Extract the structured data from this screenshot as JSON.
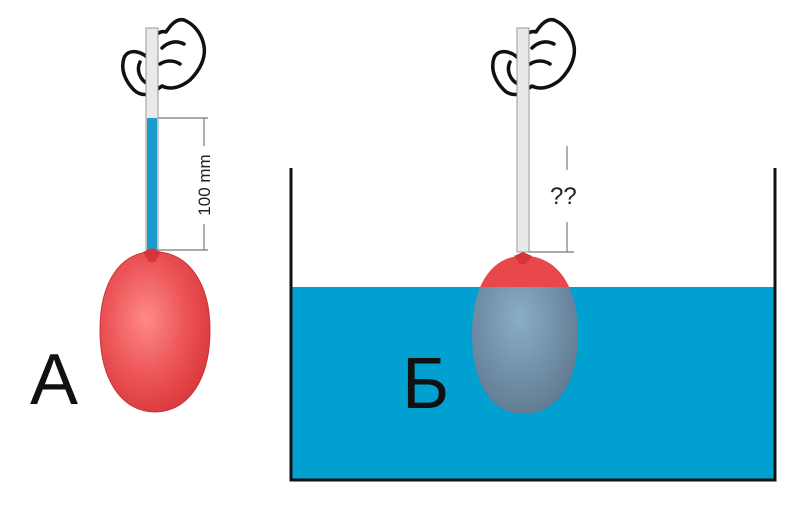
{
  "panel_a": {
    "letter": "А",
    "dimension_label": "100 mm"
  },
  "panel_b": {
    "letter": "Б",
    "question_label": "??"
  },
  "icons": {
    "hand_left": "hand-holding-tube-icon",
    "hand_right": "hand-holding-tube-icon"
  },
  "colors": {
    "water": "#00a0d0",
    "tube_water": "#1a9ccf",
    "balloon": "#e8474b",
    "balloon_submerged": "#6f8fa6",
    "tube": "#e6e6e6"
  }
}
